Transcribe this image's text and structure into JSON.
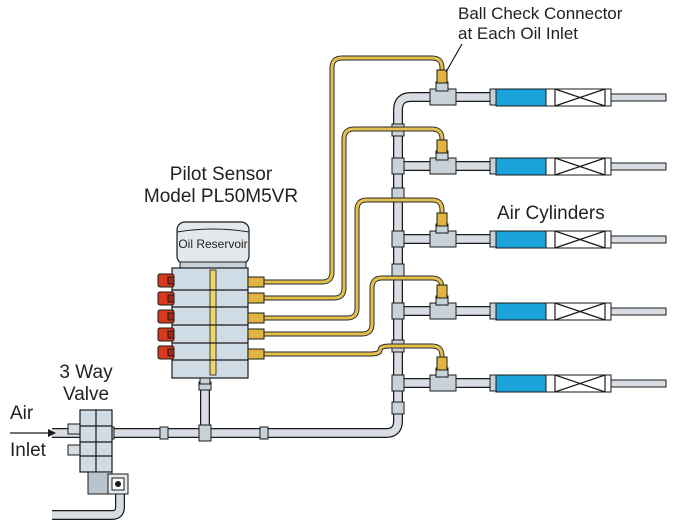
{
  "labels": {
    "ball_check_line1": "Ball Check Connector",
    "ball_check_line2": "at Each Oil Inlet",
    "pilot_sensor_line1": "Pilot Sensor",
    "pilot_sensor_line2": "Model PL50M5VR",
    "oil_reservoir": "Oil Reservoir",
    "air_cylinders": "Air Cylinders",
    "valve_line1": "3 Way",
    "valve_line2": "Valve",
    "air_inlet_line1": "Air",
    "air_inlet_line2": "Inlet"
  },
  "colors": {
    "cylinder_fill": "#1ba3dc",
    "oil_tube": "#e3c04e",
    "pipe": "#d7dde2",
    "manifold": "#cfdce6",
    "valve_red": "#d83a1e",
    "fitting_brass": "#e0b640"
  },
  "components": {
    "cylinder_count": 5,
    "valve_outlets": 5
  }
}
